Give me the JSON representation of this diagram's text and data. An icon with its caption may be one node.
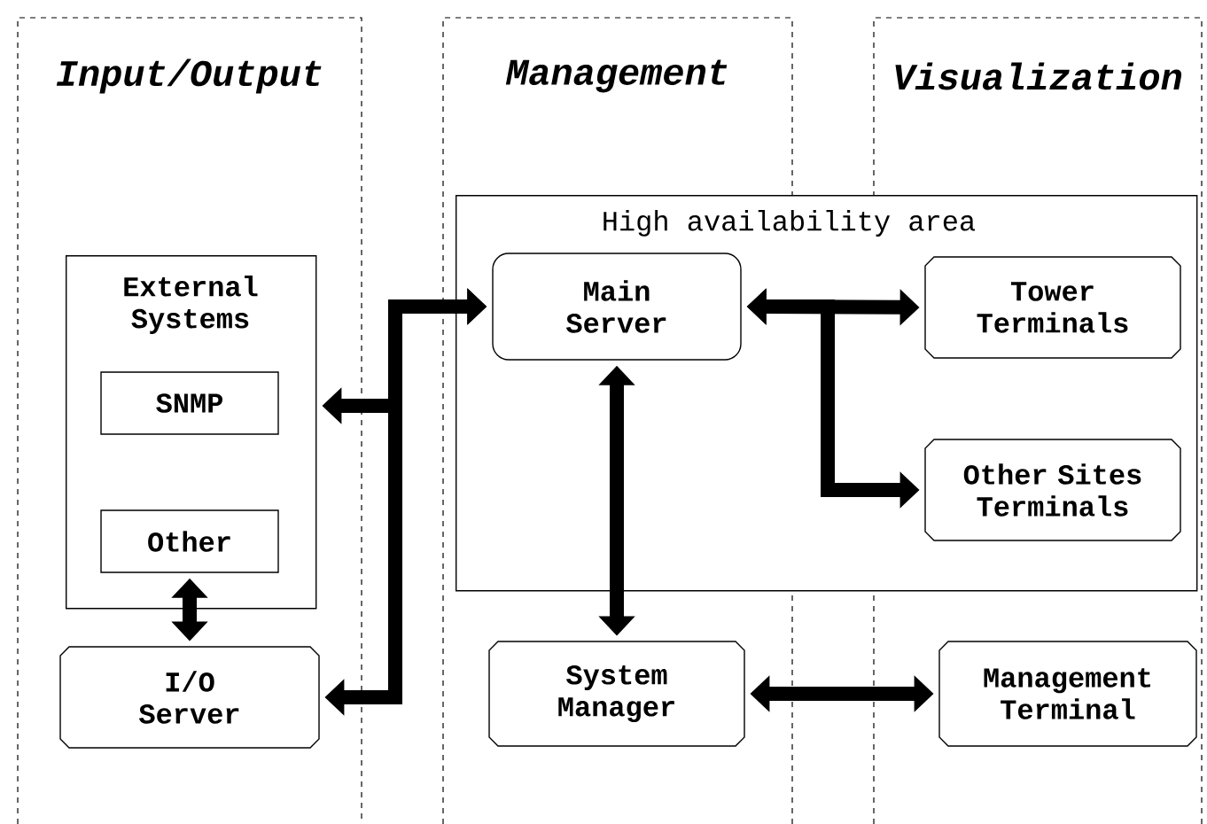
{
  "diagram": {
    "nodes": [
      {
        "text": [
          "High availability area"
        ]
      },
      {
        "text": [
          "External Systems"
        ]
      },
      {
        "text": [
          "SNMP"
        ],
        "in": 1
      },
      {
        "text": [
          "Other"
        ],
        "in": 1
      },
      {
        "text": [
          "I/O Server"
        ]
      },
      {
        "text": [
          "Main Server"
        ],
        "in": 0
      },
      {
        "text": [
          "Tower Terminals"
        ],
        "in": 0
      },
      {
        "text": [
          "Other Sites Terminals"
        ],
        "in": 0
      },
      {
        "text": [
          "System Manager"
        ]
      },
      {
        "text": [
          "Management Terminal"
        ]
      }
    ],
    "edges": [
      {
        "from": 1,
        "to": 5,
        "arrow": "both"
      },
      {
        "from": 4,
        "to": 5,
        "arrow": "both"
      },
      {
        "from": 5,
        "to": 6,
        "arrow": "both"
      },
      {
        "from": 5,
        "to": 7,
        "arrow": "both"
      },
      {
        "from": 5,
        "to": 8,
        "arrow": "both"
      },
      {
        "from": 3,
        "to": 4,
        "arrow": "both"
      },
      {
        "from": 8,
        "to": 9,
        "arrow": "both"
      }
    ],
    "labels": [
      "Input/Output",
      "Management",
      "Visualization"
    ]
  }
}
